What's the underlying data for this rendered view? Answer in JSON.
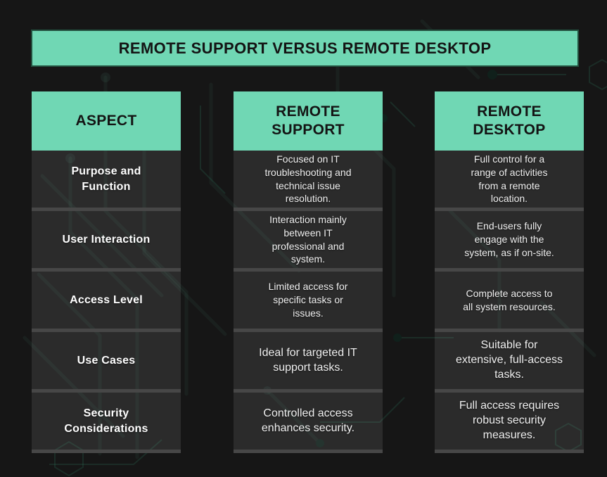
{
  "title": "REMOTE SUPPORT VERSUS REMOTE DESKTOP",
  "columns": [
    {
      "header": "ASPECT"
    },
    {
      "header": "REMOTE SUPPORT"
    },
    {
      "header": "REMOTE DESKTOP"
    }
  ],
  "rows": [
    {
      "aspect": "Purpose and Function",
      "remote_support": "Focused on IT troubleshooting and technical issue resolution.",
      "remote_desktop": "Full control for a range of activities from a remote location."
    },
    {
      "aspect": "User Interaction",
      "remote_support": "Interaction mainly between IT professional and system.",
      "remote_desktop": "End-users fully engage with the system, as if on-site."
    },
    {
      "aspect": "Access Level",
      "remote_support": "Limited access for specific tasks or issues.",
      "remote_desktop": "Complete access to all system resources."
    },
    {
      "aspect": "Use Cases",
      "remote_support": "Ideal for targeted IT support tasks.",
      "remote_desktop": "Suitable for extensive, full-access tasks."
    },
    {
      "aspect": "Security Considerations",
      "remote_support": "Controlled access enhances security.",
      "remote_desktop": "Full access requires robust security measures."
    }
  ],
  "colors": {
    "accent": "#70D7B4",
    "background": "#161616",
    "cell": "#2B2B2B",
    "divider": "#474747",
    "header_text": "#141414",
    "body_text": "#EFEFEF"
  }
}
